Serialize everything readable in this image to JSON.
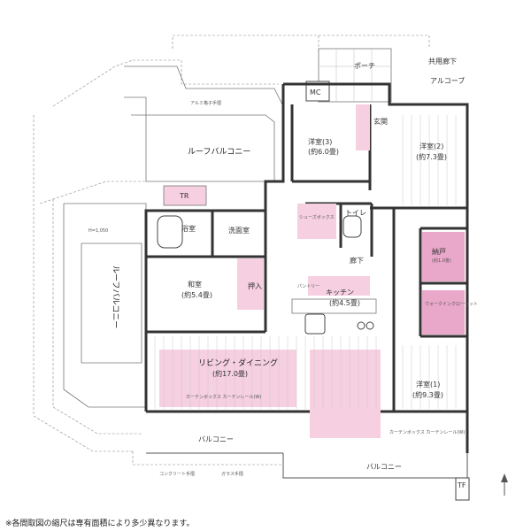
{
  "rooms": {
    "porch": "ポーチ",
    "common_corridor": "共用廊下",
    "alcove": "アルコーブ",
    "mb": "MC",
    "genkan": "玄関",
    "western1_name": "洋室(3)",
    "western1_size": "(約6.0畳)",
    "western2_name": "洋室(2)",
    "western2_size": "(約7.3畳)",
    "roof_balcony_top": "ルーフバルコニー",
    "roof_balcony_left": "ルーフバルコニー",
    "tr": "TR",
    "bath": "浴室",
    "washroom": "洗面室",
    "toilet": "トイレ",
    "corridor": "廊下",
    "closet_label": "納戸",
    "closet_size": "(約1.0畳)",
    "oshiire": "押入",
    "japanese_name": "和室",
    "japanese_size": "(約5.4畳)",
    "kitchen_name": "キッチン",
    "kitchen_size": "(約4.5畳)",
    "living_name": "リビング・ダイニング",
    "living_size": "(約17.0畳)",
    "western3_name": "洋室(1)",
    "western3_size": "(約9.3畳)",
    "balcony_left": "バルコニー",
    "balcony_right": "バルコニー",
    "tf": "TF",
    "shoes": "シューズボックス",
    "walkin": "ウォークインクローゼット",
    "pantry": "パントリー"
  },
  "notes": {
    "curtain_box": "カーテンボックス\nカーテンレール(W)",
    "concrete_handrail": "コンクリート手摺",
    "glass_handrail": "ガラス手摺",
    "alc_handrail": "アルミ格子手摺",
    "height_label": "H=1,050"
  },
  "footnote": "※各間取図の縮尺は専有面積により多少異なります。"
}
